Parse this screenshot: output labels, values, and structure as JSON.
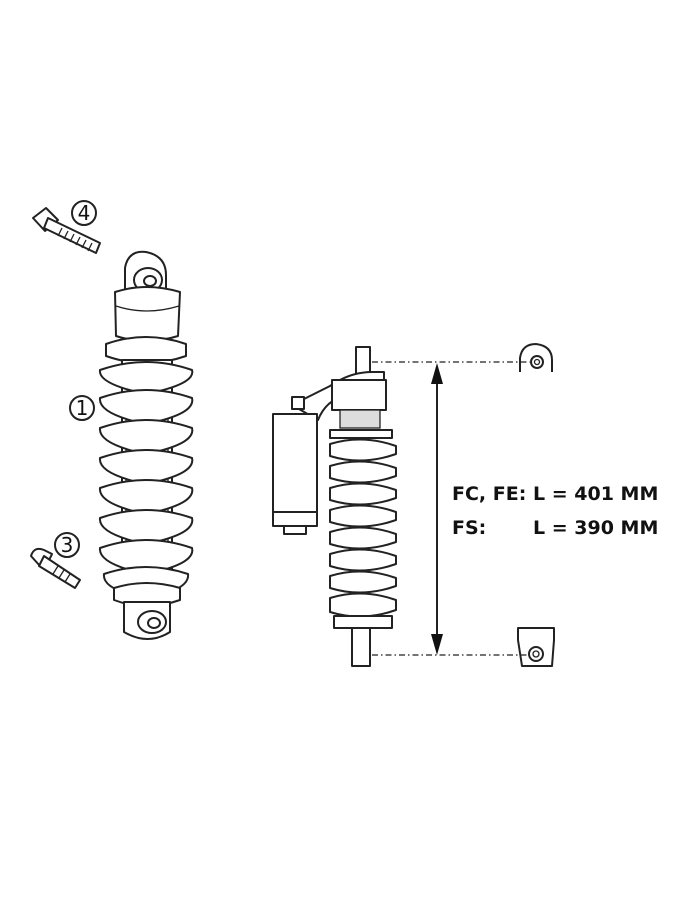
{
  "callouts": [
    {
      "number": "4"
    },
    {
      "number": "1"
    },
    {
      "number": "3"
    }
  ],
  "spec": {
    "models_1": "FC, FE:",
    "value_1": "L = 401 MM",
    "models_2": "FS:",
    "value_2": "L = 390 MM"
  }
}
